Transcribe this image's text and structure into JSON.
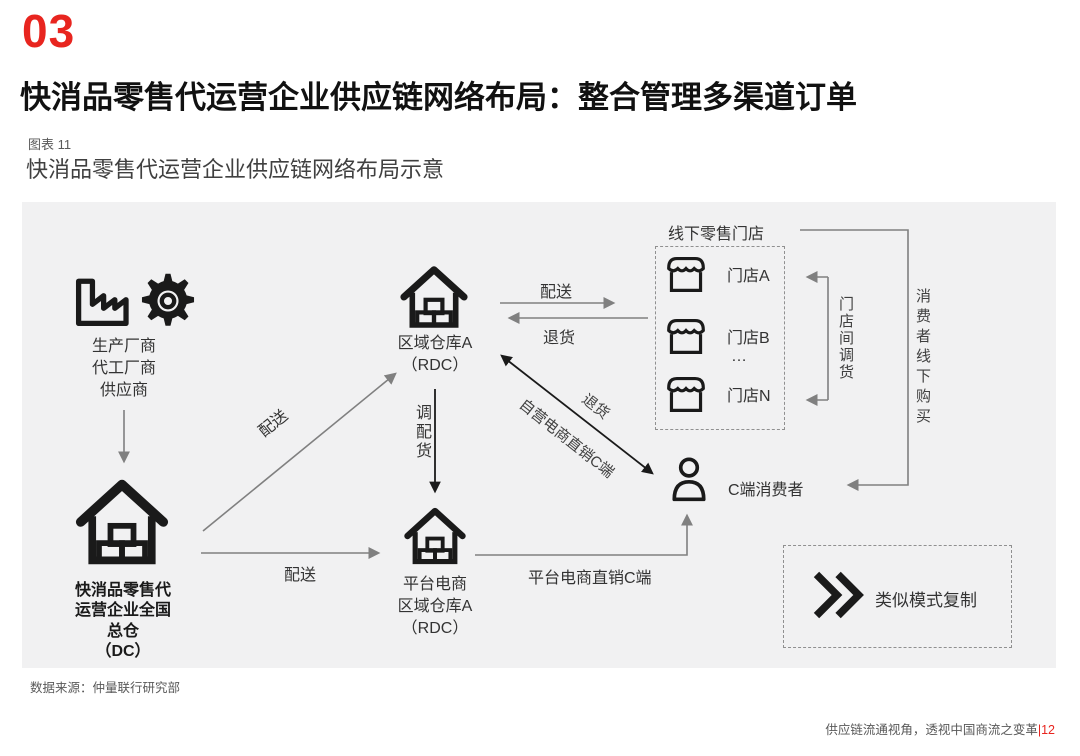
{
  "page": {
    "section_number": "03",
    "title": "快消品零售代运营企业供应链网络布局：整合管理多渠道订单",
    "figure_label": "图表 11",
    "figure_title": "快消品零售代运营企业供应链网络布局示意",
    "source": "数据来源：仲量联行研究部",
    "footer_text": "供应链流通视角，透视中国商流之变革",
    "footer_separator": "|",
    "page_number": "12"
  },
  "diagram": {
    "supplier": {
      "lines": [
        "生产厂商",
        "代工厂商",
        "供应商"
      ]
    },
    "dc": {
      "lines": [
        "快消品零售代",
        "运营企业全国",
        "总仓",
        "（DC）"
      ]
    },
    "rdc": {
      "name": "区域仓库A",
      "sub": "（RDC）"
    },
    "platform_rdc": {
      "lines": [
        "平台电商",
        "区域仓库A",
        "（RDC）"
      ]
    },
    "offline_stores": {
      "title": "线下零售门店",
      "stores": [
        "门店A",
        "门店B",
        "…",
        "门店N"
      ]
    },
    "consumer": {
      "label": "C端消费者"
    },
    "replicate": {
      "label": "类似模式复制"
    },
    "edges": {
      "dc_to_rdc": "配送",
      "dc_to_platform": "配送",
      "rdc_to_stores": "配送",
      "stores_to_rdc": "退货",
      "rdc_transfer": "调配货",
      "self_ecommerce": "自营电商直销C端",
      "self_ecommerce_return": "退货",
      "platform_direct": "平台电商直销C端",
      "store_transfer": "门店间调货",
      "offline_purchase": "消费者线下购买"
    }
  },
  "colors": {
    "accent_red": "#e8251f",
    "panel_bg": "#f1f1f2",
    "icon_black": "#1a1a1a",
    "arrow_gray": "#808080",
    "text_dark": "#333333"
  }
}
